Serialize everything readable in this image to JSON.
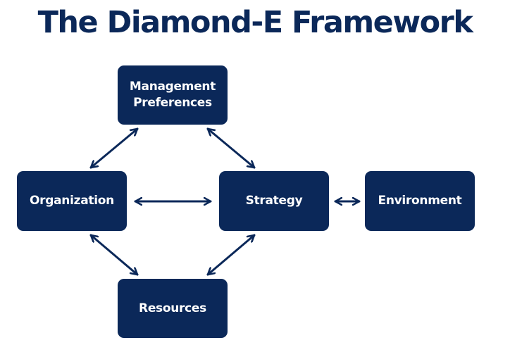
{
  "title": "The Diamond-E Framework",
  "nodes": {
    "management": {
      "line1": "Management",
      "line2": "Preferences"
    },
    "organization": {
      "label": "Organization"
    },
    "strategy": {
      "label": "Strategy"
    },
    "environment": {
      "label": "Environment"
    },
    "resources": {
      "label": "Resources"
    }
  },
  "colors": {
    "primary": "#0b2859",
    "text_on_primary": "#ffffff",
    "background": "#ffffff"
  },
  "connections": [
    {
      "from": "management",
      "to": "organization",
      "type": "bidirectional"
    },
    {
      "from": "management",
      "to": "strategy",
      "type": "bidirectional"
    },
    {
      "from": "organization",
      "to": "strategy",
      "type": "bidirectional"
    },
    {
      "from": "strategy",
      "to": "environment",
      "type": "bidirectional"
    },
    {
      "from": "organization",
      "to": "resources",
      "type": "bidirectional"
    },
    {
      "from": "strategy",
      "to": "resources",
      "type": "bidirectional"
    }
  ]
}
